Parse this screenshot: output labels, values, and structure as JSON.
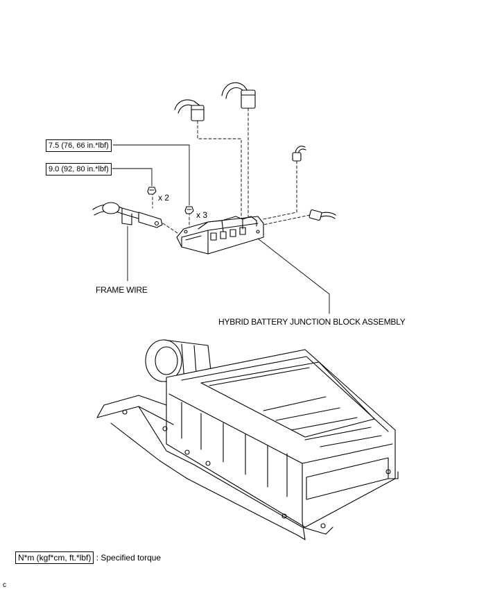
{
  "torque": {
    "upper": "7.5 (76, 66 in.*lbf)",
    "lower": "9.0 (92, 80 in.*lbf)"
  },
  "quantities": {
    "nut_left": "x 2",
    "nut_right": "x 3"
  },
  "labels": {
    "frame_wire": "FRAME WIRE",
    "junction_block": "HYBRID BATTERY JUNCTION BLOCK ASSEMBLY"
  },
  "legend": {
    "unit": "N*m (kgf*cm, ft.*lbf)",
    "description": ": Specified torque"
  },
  "corner_mark": "c"
}
